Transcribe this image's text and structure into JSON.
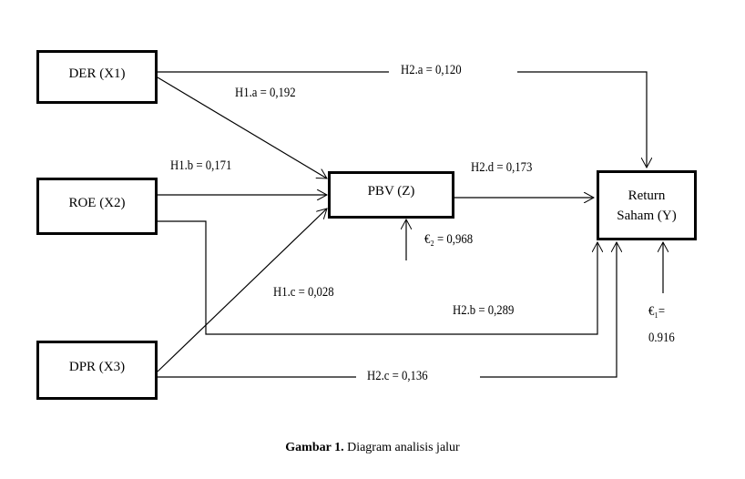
{
  "nodes": {
    "der": "DER (X1)",
    "roe": "ROE (X2)",
    "dpr": "DPR (X3)",
    "pbv": "PBV (Z)",
    "return_line1": "Return",
    "return_line2": "Saham (Y)"
  },
  "paths": {
    "h1a": "H1.a = 0,192",
    "h1b": "H1.b = 0,171",
    "h1c": "H1.c = 0,028",
    "h2a": "H2.a = 0,120",
    "h2b": "H2.b = 0,289",
    "h2c": "H2.c = 0,136",
    "h2d": "H2.d = 0,173"
  },
  "errors": {
    "e2": "€₂ = 0,968",
    "e1_line1": "€₁=",
    "e1_line2": "0,916"
  },
  "caption": {
    "bold": "Gambar 1.",
    "text": " Diagram analisis jalur"
  }
}
